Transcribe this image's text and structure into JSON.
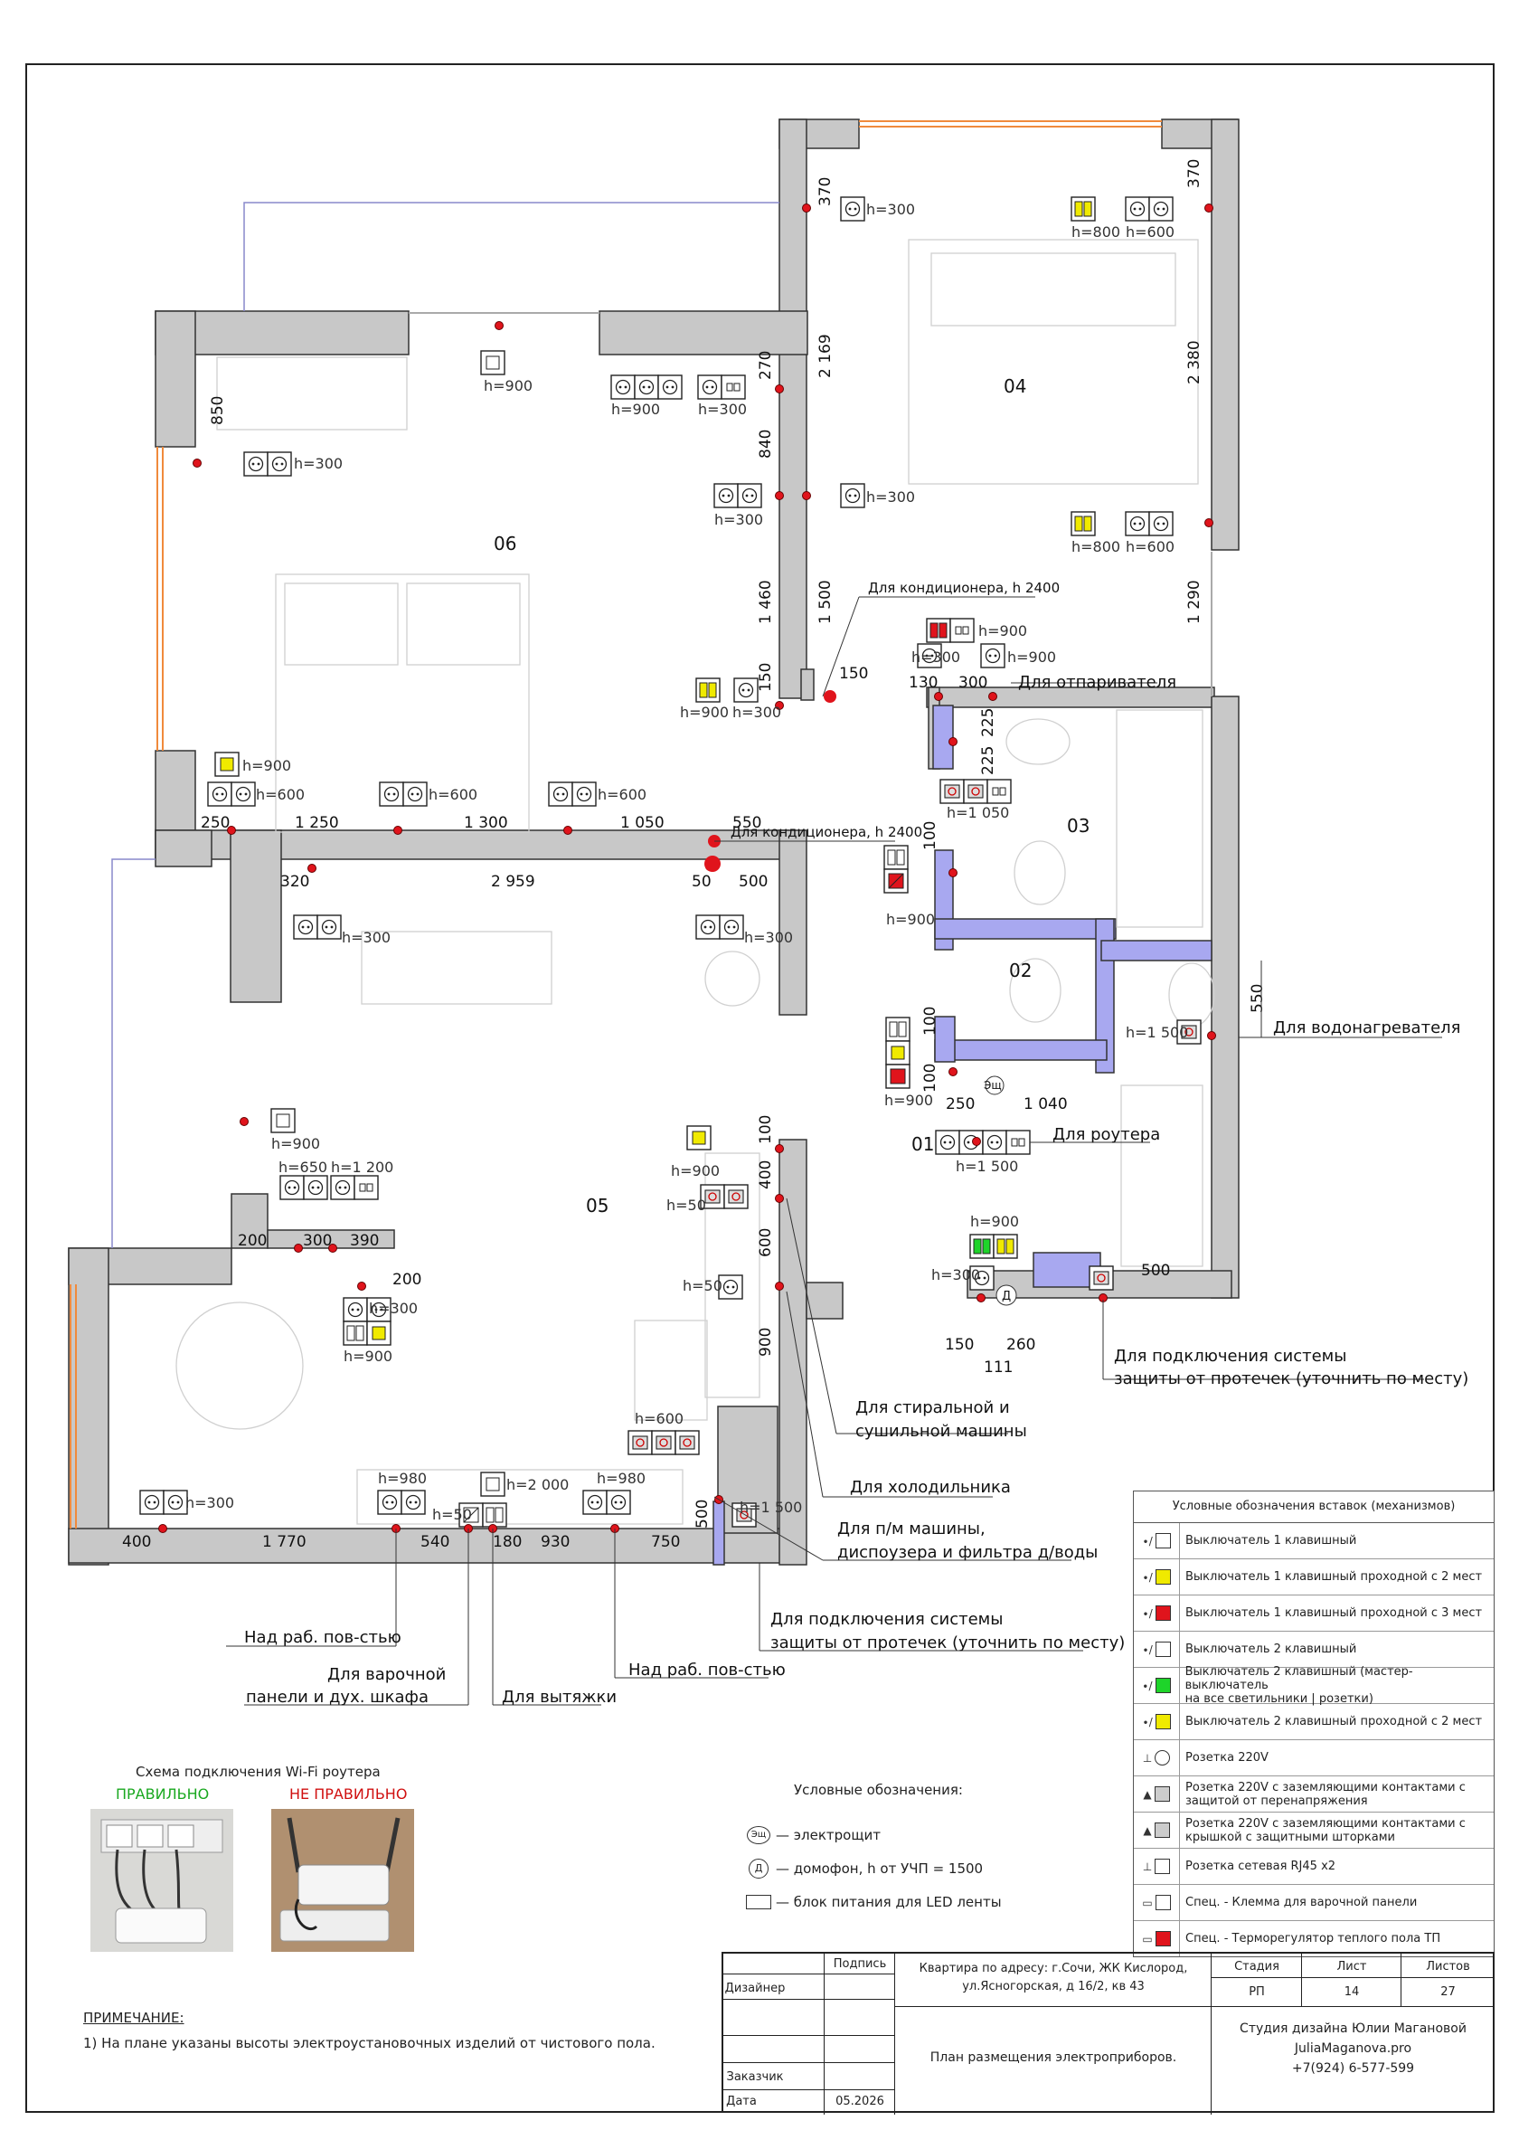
{
  "rooms": {
    "r01": "01",
    "r02": "02",
    "r03": "03",
    "r04": "04",
    "r05": "05",
    "r06": "06"
  },
  "dims": {
    "d370a": "370",
    "d370b": "370",
    "d2169": "2 169",
    "d2380": "2 380",
    "d850": "850",
    "d270": "270",
    "d840": "840",
    "d1460": "1 460",
    "d1500": "1 500",
    "d150a": "150",
    "d150b": "150",
    "d130": "130",
    "d300a": "300",
    "d1290": "1 290",
    "d225a": "225",
    "d225b": "225",
    "d250a": "250",
    "d1250": "1 250",
    "d1300": "1 300",
    "d1050": "1 050",
    "d550a": "550",
    "d320": "320",
    "d2959": "2 959",
    "d50a": "50",
    "d500a": "500",
    "d100a": "100",
    "d100b": "100",
    "d100c": "100",
    "d250b": "250",
    "d1040": "1 040",
    "d550b": "550",
    "d100d": "100",
    "d400a": "400",
    "d600": "600",
    "d900": "900",
    "d200a": "200",
    "d300b": "300",
    "d390": "390",
    "d200b": "200",
    "d150c": "150",
    "d260": "260",
    "d111": "111",
    "d500b": "500",
    "d400b": "400",
    "d1770": "1 770",
    "d540": "540",
    "d180": "180",
    "d930": "930",
    "d750": "750",
    "d500c": "500"
  },
  "heights": {
    "h1": "h=300",
    "h2": "h=800",
    "h3": "h=600",
    "h4": "h=900",
    "h5": "h=900",
    "h6": "h=300",
    "h7": "h=300",
    "h8": "h=300",
    "h9": "h=300",
    "h10": "h=800",
    "h11": "h=600",
    "h12": "h=900",
    "h13": "h=300",
    "h14": "h=900",
    "h15": "h=900",
    "h16": "h=300",
    "h17": "h=900",
    "h18": "h=600",
    "h19": "h=600",
    "h20": "h=600",
    "h21": "h=1 050",
    "h22": "h=900",
    "h23": "h=300",
    "h24": "h=300",
    "h25": "h=1 500",
    "h26": "h=900",
    "h27": "h=1 500",
    "h28": "h=900",
    "h29": "h=900",
    "h30": "h=50",
    "h31": "h=50",
    "h32": "h=650",
    "h33": "h=1 200",
    "h34": "h=300",
    "h35": "h=900",
    "h36": "h=900",
    "h37": "h=300",
    "h38": "h=600",
    "h39": "h=1 500",
    "h40": "h=300",
    "h41": "h=980",
    "h42": "h=2 000",
    "h43": "h=980",
    "h44": "h=50"
  },
  "notes": {
    "ac1": "Для кондиционера, h 2400",
    "ac2": "Для кондиционера, h 2400",
    "steam": "Для отпаривателя",
    "heater": "Для водонагревателя",
    "router": "Для роутера",
    "leak1a": "Для подключения системы",
    "leak1b": "защиты от протечек (уточнить по месту)",
    "wash1": "Для стиральной и",
    "wash2": "сушильной машины",
    "fridge": "Для холодильника",
    "dish1": "Для п/м машины,",
    "dish2": "диспоузера и фильтра д/воды",
    "leak2a": "Для подключения системы",
    "leak2b": "защиты от протечек (уточнить по месту)",
    "work1": "Над раб. пов-стью",
    "hob1": "Для варочной",
    "hob2": "панели и дух. шкафа",
    "hood": "Для вытяжки",
    "work2": "Над раб. пов-стью",
    "eshch": "Эщ",
    "dom": "Д"
  },
  "legend": {
    "title": "Условные обозначения вставок (механизмов)",
    "items": [
      "Выключатель 1 клавишный",
      "Выключатель 1 клавишный проходной с 2 мест",
      "Выключатель 1 клавишный проходной с 3 мест",
      "Выключатель 2 клавишный",
      "Выключатель 2 клавишный  (мастер-выключатель",
      "на все светильники | розетки)",
      "Выключатель 2 клавишный проходной с 2 мест",
      "Розетка 220V",
      "Розетка 220V с заземляющими контактами с",
      "защитой от перенапряжения",
      "Розетка 220V с заземляющими контактами с",
      "крышкой с защитными шторками",
      "Розетка сетевая RJ45 x2",
      "Спец. - Клемма для варочной панели",
      "Спец. - Терморегулятор теплого пола ТП"
    ]
  },
  "conventions": {
    "title": "Условные обозначения:",
    "s1": "Эщ",
    "t1": "— электрощит",
    "s2": "Д",
    "t2": "— домофон, h от УЧП = 1500",
    "t3": "— блок питания для LED ленты"
  },
  "wifi": {
    "title": "Схема подключения Wi-Fi роутера",
    "ok": "ПРАВИЛЬНО",
    "bad": "НЕ ПРАВИЛЬНО"
  },
  "note": {
    "head": "ПРИМЕЧАНИЕ:",
    "text": "1) На плане указаны высоты электроустановочных изделий от чистового пола."
  },
  "title_block": {
    "sign": "Подпись",
    "designer": "Дизайнер",
    "client": "Заказчик",
    "date_label": "Дата",
    "date": "05.2026",
    "address1": "Квартира по адресу: г.Сочи, ЖК Кислород,",
    "address2": "ул.Ясногорская, д 16/2, кв 43",
    "sheet_title": "План размещения электроприборов.",
    "stage_label": "Стадия",
    "sheet_label": "Лист",
    "sheets_label": "Листов",
    "stage": "РП",
    "sheet": "14",
    "sheets": "27",
    "studio1": "Студия дизайна Юлии Магановой",
    "studio2": "JuliaMaganova.pro",
    "studio3": "+7(924) 6-577-599"
  },
  "colors": {
    "wall": "#c8c8c8",
    "blue": "#a8a8f0",
    "switch_red": "#e0141c",
    "switch_yellow": "#f0ea00",
    "switch_green": "#1ed42a",
    "orange": "#f08a3c"
  }
}
